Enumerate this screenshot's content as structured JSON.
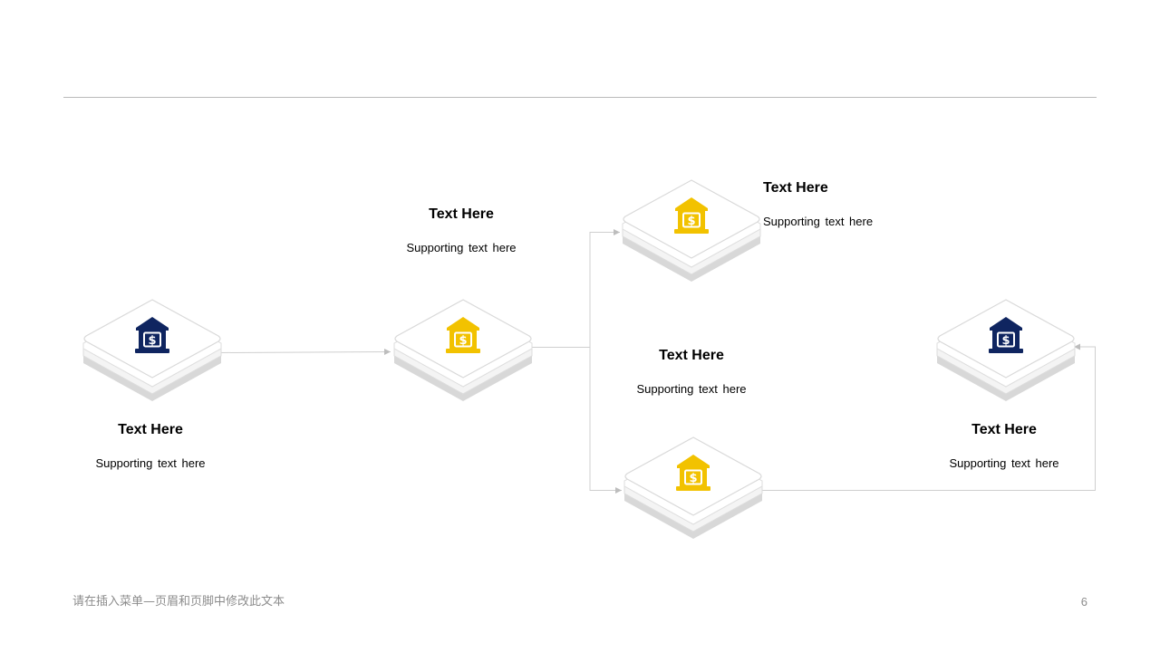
{
  "colors": {
    "navy": "#0f2560",
    "gold": "#f2c200",
    "connector": "#cfcfcf"
  },
  "nodes": [
    {
      "title": "Text Here",
      "subtitle": "Supporting text here",
      "icon": "bank-icon",
      "color": "navy"
    },
    {
      "title": "Text Here",
      "subtitle": "Supporting text here",
      "icon": "bank-icon",
      "color": "gold"
    },
    {
      "title": "Text Here",
      "subtitle": "Supporting text here",
      "icon": "bank-icon",
      "color": "gold"
    },
    {
      "title": "Text Here",
      "subtitle": "Supporting text here",
      "icon": "bank-icon",
      "color": "gold"
    },
    {
      "title": "Text Here",
      "subtitle": "Supporting text here",
      "icon": "bank-icon",
      "color": "navy"
    }
  ],
  "footer": {
    "left": "请在插入菜单—页眉和页脚中修改此文本",
    "page_number": "6"
  }
}
